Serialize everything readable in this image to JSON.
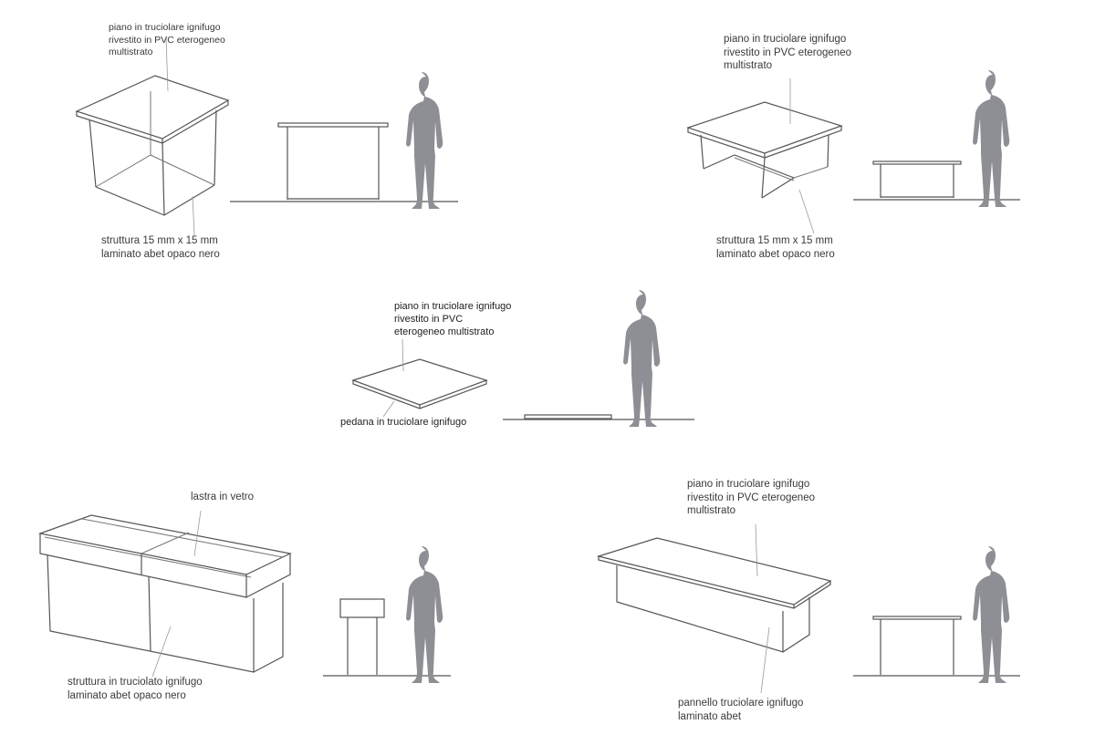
{
  "items": [
    {
      "top_label": [
        "piano in truciolare ignifugo",
        "rivestito in PVC eterogeneo",
        "multistrato"
      ],
      "bottom_label": [
        "struttura 15 mm x 15 mm",
        "laminato abet opaco nero"
      ]
    },
    {
      "top_label": [
        "piano in truciolare ignifugo",
        "rivestito in PVC eterogeneo",
        "multistrato"
      ],
      "bottom_label": [
        "struttura 15 mm x 15 mm",
        "laminato abet opaco nero"
      ]
    },
    {
      "top_label": [
        "piano in truciolare ignifugo",
        "rivestito in PVC",
        "eterogeneo multistrato"
      ],
      "bottom_label": [
        "pedana in truciolare ignifugo"
      ]
    },
    {
      "top_label": [
        "lastra in vetro"
      ],
      "bottom_label": [
        "struttura in truciolato ignifugo",
        "laminato abet opaco nero"
      ]
    },
    {
      "top_label": [
        "piano in truciolare ignifugo",
        "rivestito in PVC eterogeneo",
        "multistrato"
      ],
      "bottom_label": [
        "pannello truciolare ignifugo",
        "laminato abet"
      ]
    }
  ],
  "colors": {
    "silhouette": "#8d8f95",
    "line": "#555555",
    "leader": "#9a9a9a"
  },
  "icons": {
    "person": "human-silhouette-icon"
  }
}
